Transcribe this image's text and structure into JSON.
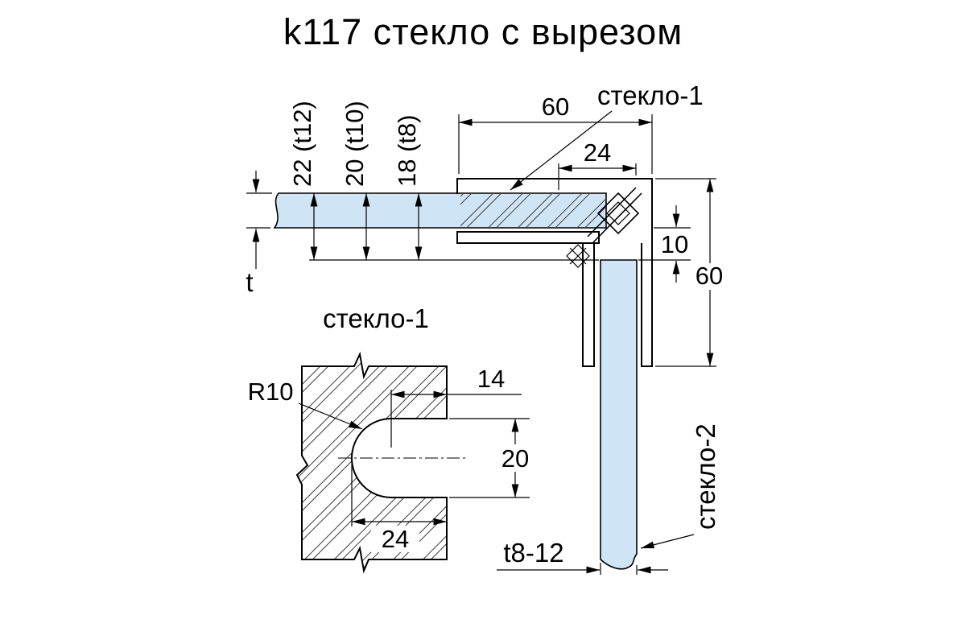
{
  "title": "k117 стекло с вырезом",
  "colors": {
    "glass": "#cfe5f6",
    "line": "#000000",
    "background": "#ffffff"
  },
  "main_view": {
    "glass1_label": "стекло-1",
    "glass2_label": "стекло-2",
    "thickness_options": [
      "22 (t12)",
      "20 (t10)",
      "18 (t8)"
    ],
    "dims": {
      "width_top": "60",
      "cutout_depth": "24",
      "gap": "10",
      "height_right": "60",
      "glass_thickness": "t",
      "glass2_thickness": "t8-12"
    }
  },
  "detail_view": {
    "label": "стекло-1",
    "dims": {
      "radius": "R10",
      "straight_depth": "14",
      "slot_width": "20",
      "total_depth": "24"
    }
  }
}
